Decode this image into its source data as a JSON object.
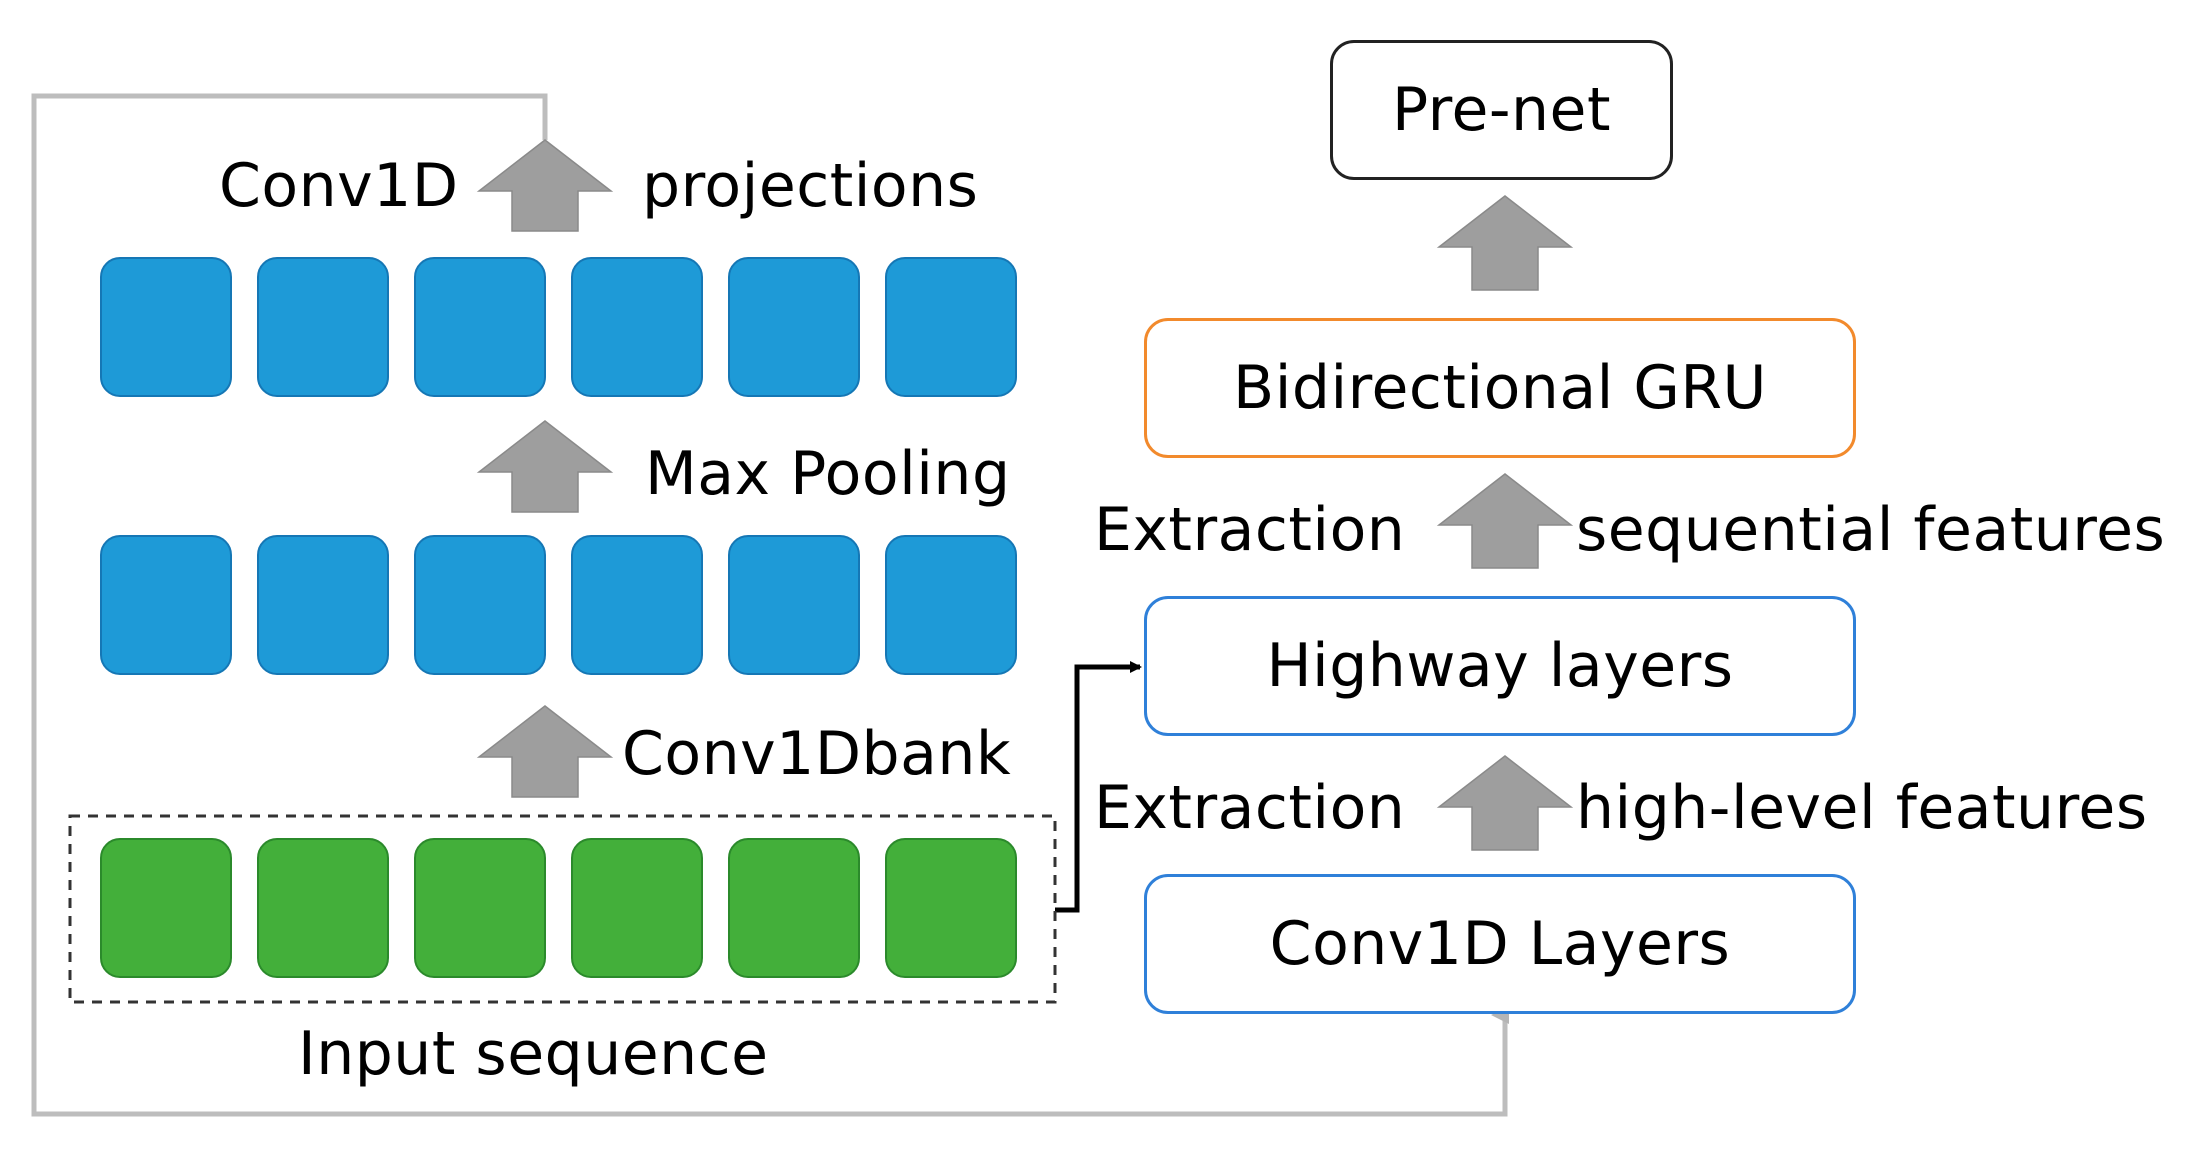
{
  "colors": {
    "blue_cell": "#1e9ad7",
    "green_cell": "#43af3a",
    "blue_border": "#2f80d9",
    "orange_border": "#f28a2c",
    "black_border": "#222222",
    "arrow_fill": "#9e9e9e",
    "connector_gray": "#bdbdbd"
  },
  "left": {
    "projections_left_label": "Conv1D",
    "projections_right_label": "projections",
    "maxpool_label": "Max Pooling",
    "bank_label": "Conv1Dbank",
    "input_label": "Input sequence",
    "cells_per_row": 6
  },
  "right": {
    "prenet_label": "Pre-net",
    "gru_label": "Bidirectional GRU",
    "seq_left_label": "Extraction",
    "seq_right_label": "sequential features",
    "highway_label": "Highway layers",
    "high_left_label": "Extraction",
    "high_right_label": "high-level features",
    "conv_layers_label": "Conv1D Layers"
  }
}
